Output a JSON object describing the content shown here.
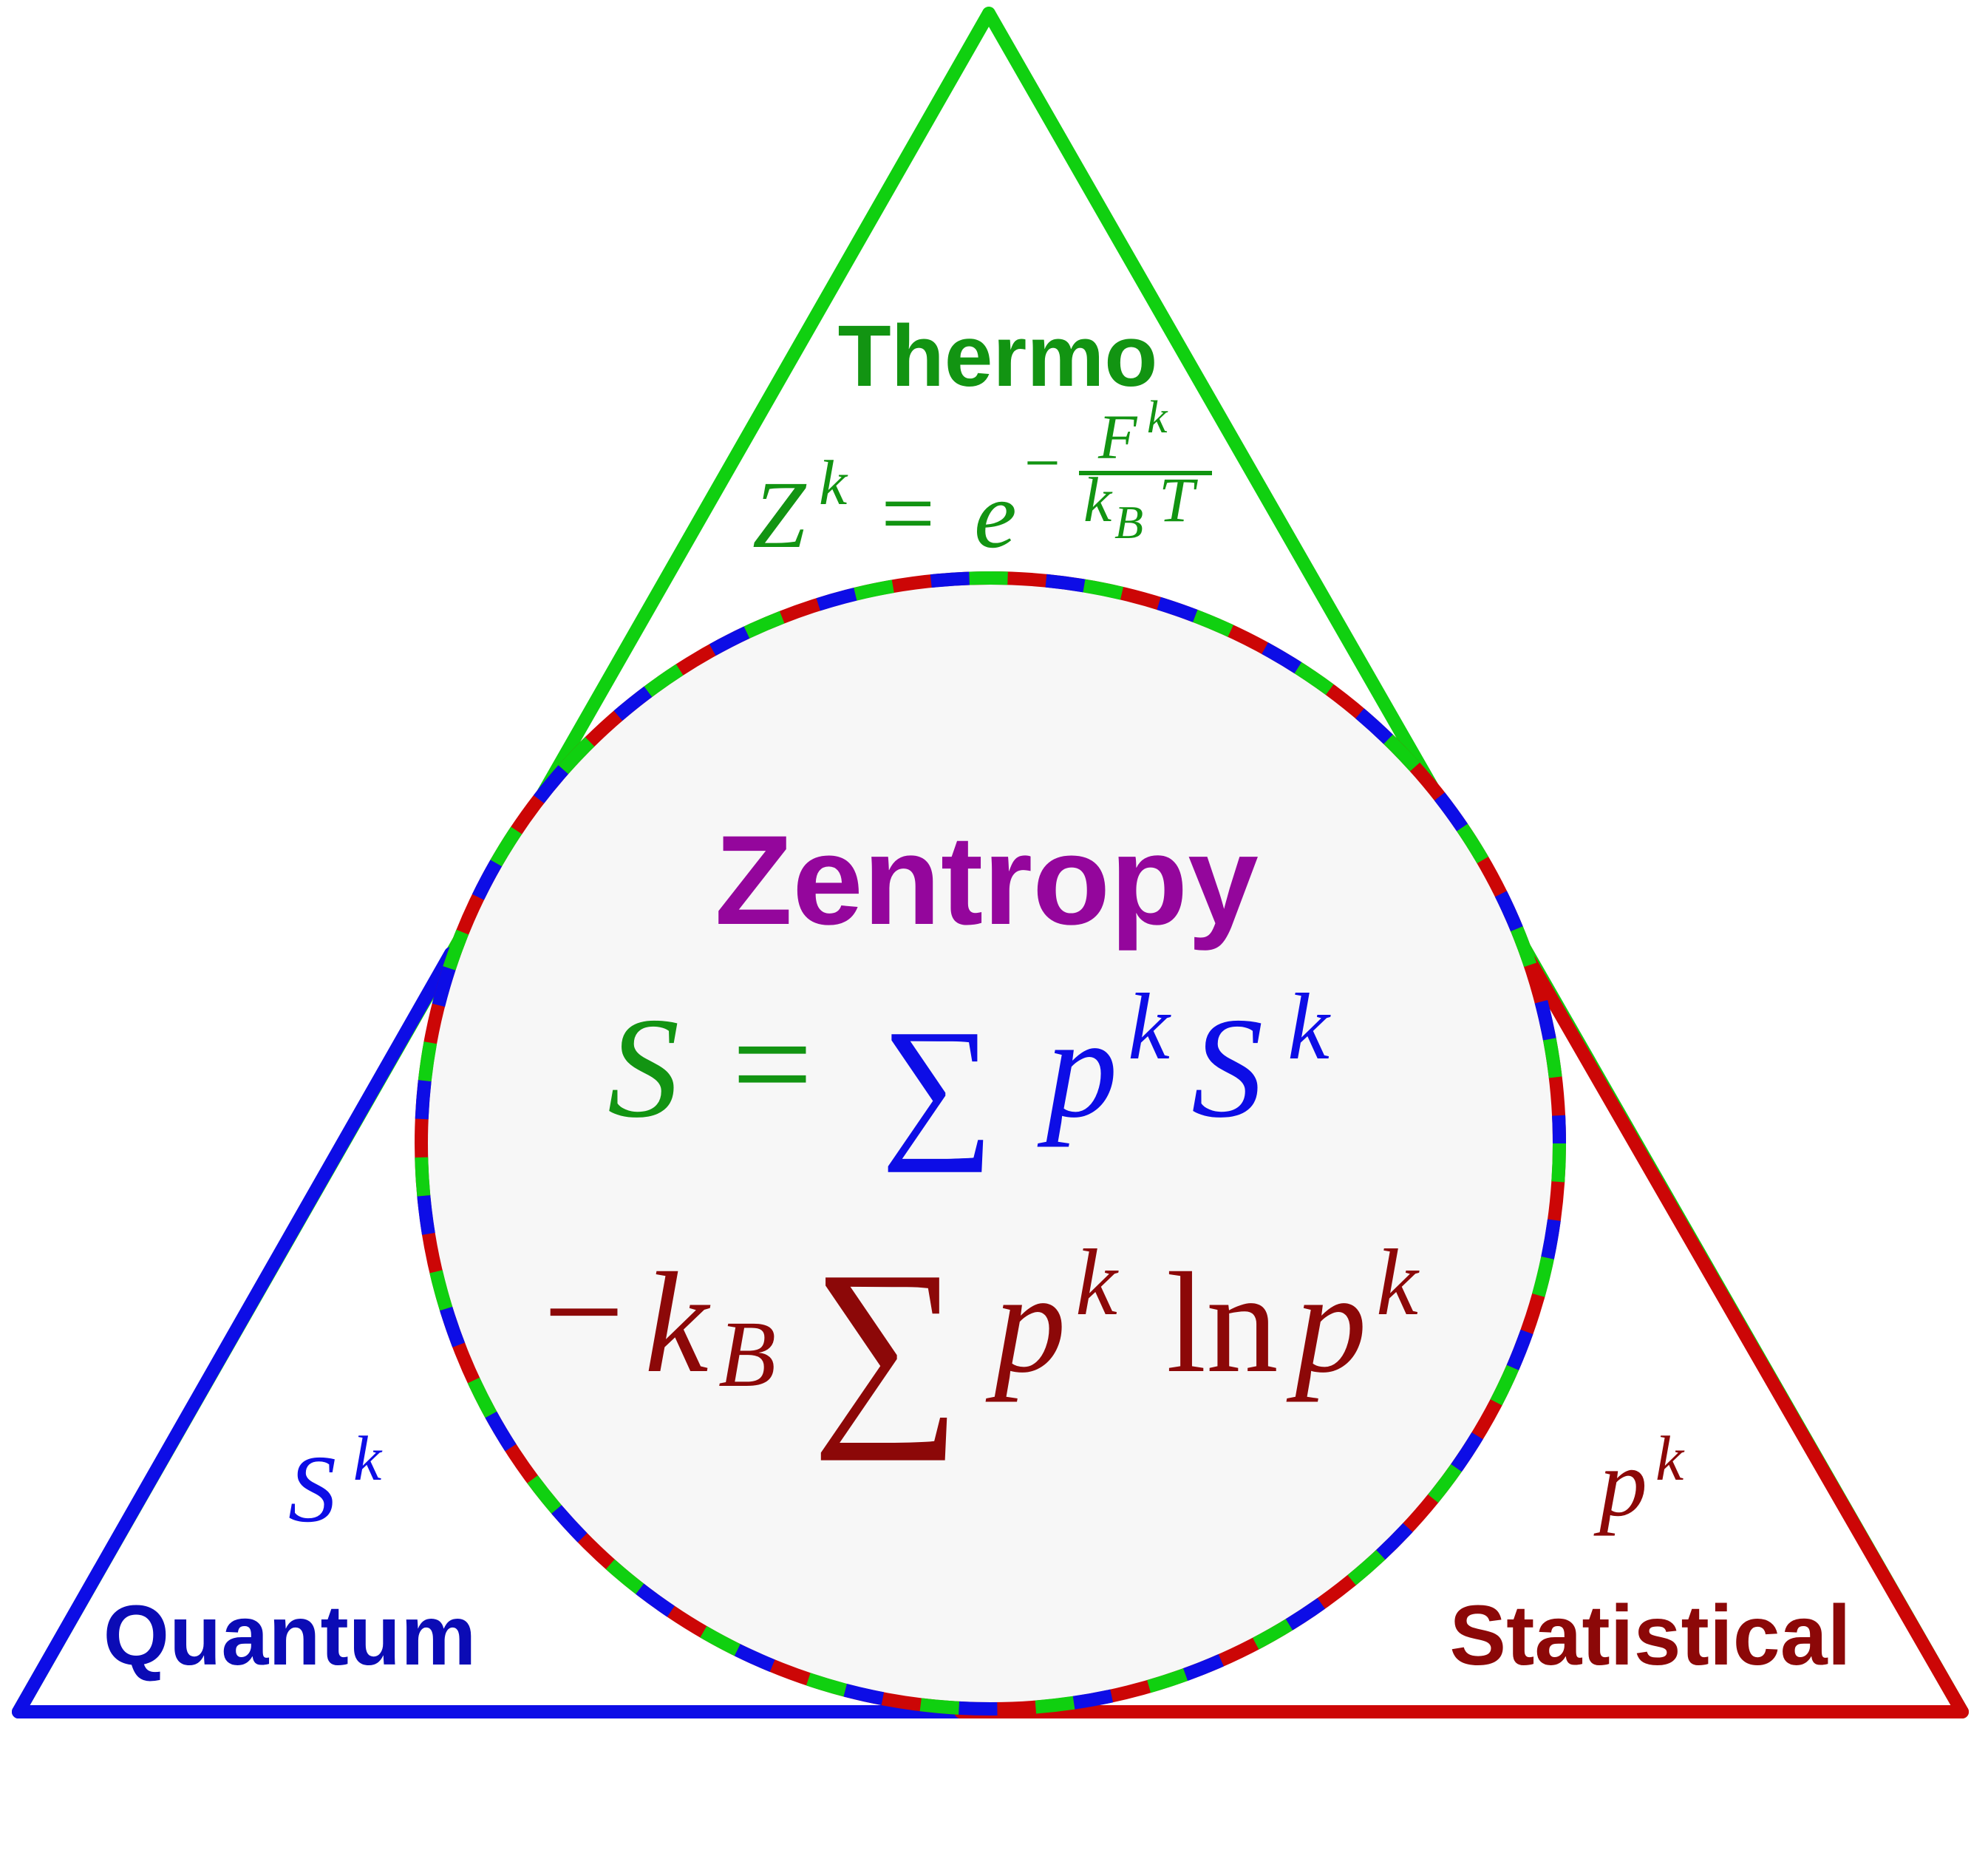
{
  "colors": {
    "thermo_edge": "#10d010",
    "thermo_text": "#129412",
    "quantum_edge": "#0d0de6",
    "quantum_text": "#0b0bb5",
    "statistical_edge": "#cc0606",
    "statistical_text": "#8c0808",
    "zentropy_text": "#94069c",
    "circle_fill": "#f7f7f7"
  },
  "labels": {
    "thermo": "Thermo",
    "quantum": "Quantum",
    "statistical": "Statistical",
    "zentropy": "Zentropy"
  },
  "formulas": {
    "thermo": {
      "Z": "Z",
      "k": "k",
      "eq": "=",
      "e": "e",
      "minus": "−",
      "F": "F",
      "fk": "k",
      "kB_k": "k",
      "kB_B": "B",
      "T": "T"
    },
    "quantum": {
      "S": "S",
      "k": "k"
    },
    "statistical": {
      "p": "p",
      "k": "k"
    },
    "zentropy_line1": {
      "S": "S",
      "eq": "=",
      "sum": "∑",
      "p": "p",
      "pk": "k",
      "S2": "S",
      "sk": "k"
    },
    "zentropy_line2": {
      "minus": "−",
      "k": "k",
      "B": "B",
      "sum": "∑",
      "p": "p",
      "pk": "k",
      "ln": "ln",
      "p2": "p",
      "p2k": "k"
    }
  }
}
